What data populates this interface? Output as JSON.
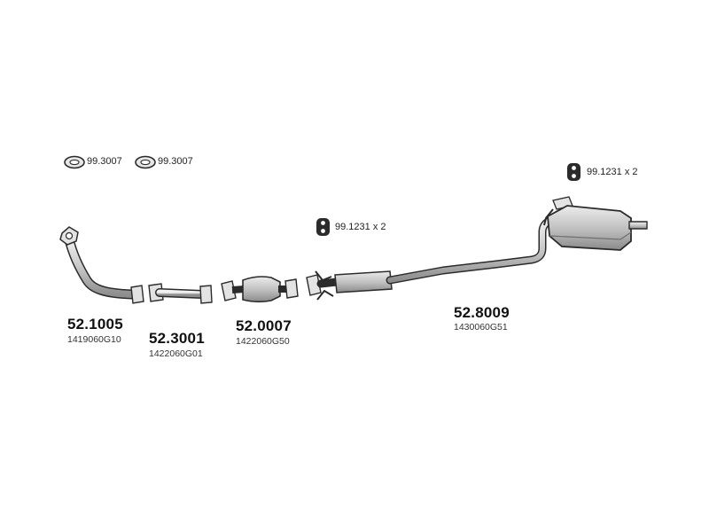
{
  "parts": [
    {
      "id": "front_pipe",
      "part_number": "52.1005",
      "oem_number": "1419060G10",
      "icon": "front-pipe-icon"
    },
    {
      "id": "middle_pipe",
      "part_number": "52.3001",
      "oem_number": "1422060G01",
      "icon": "intermediate-pipe-icon"
    },
    {
      "id": "catalytic_converter",
      "part_number": "52.0007",
      "oem_number": "1422060G50",
      "icon": "catalytic-converter-icon"
    },
    {
      "id": "rear_silencer",
      "part_number": "52.8009",
      "oem_number": "1430060G51",
      "icon": "rear-muffler-icon"
    }
  ],
  "accessories": [
    {
      "id": "gasket_1",
      "label": "99.3007",
      "icon": "gasket-ring-icon"
    },
    {
      "id": "gasket_2",
      "label": "99.3007",
      "icon": "gasket-ring-icon"
    },
    {
      "id": "mount_1",
      "label": "99.1231 x 2",
      "icon": "rubber-mount-icon"
    },
    {
      "id": "mount_2",
      "label": "99.1231 x 2",
      "icon": "rubber-mount-icon"
    }
  ],
  "colors": {
    "line": "#2b2b2b",
    "part_fill": "#d9d9d9",
    "part_shade": "#a8a8a8",
    "background": "#ffffff"
  }
}
